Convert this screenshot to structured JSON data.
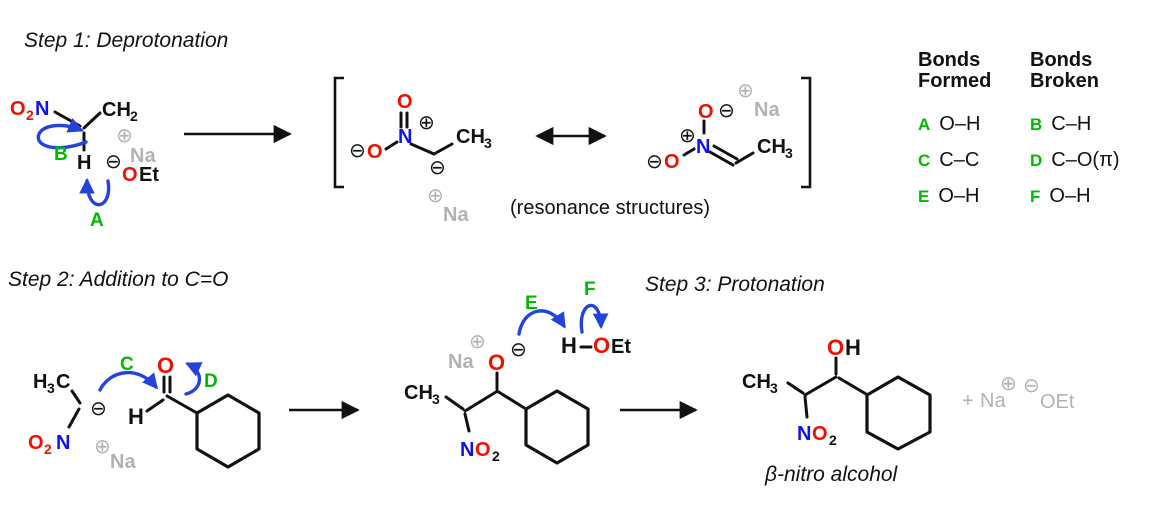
{
  "colors": {
    "oxygen_red": "#ee1100",
    "nitrogen_blue": "#1111ee",
    "curved_arrow_blue": "#2244dd",
    "label_green": "#00ba00",
    "spectator_gray": "#b2b2b2",
    "ink_black": "#111111"
  },
  "symbols": {
    "plus": "⊕",
    "minus": "⊖",
    "na": "Na"
  },
  "step1": {
    "title": "Step 1: Deprotonation",
    "nitroethane": {
      "o2": "O",
      "o2_sub": "2",
      "n": "N",
      "ch": "CH",
      "ch_sub": "2",
      "h": "H"
    },
    "ethoxide": {
      "o": "O",
      "et": "Et"
    },
    "arrow_a": "A",
    "arrow_b": "B"
  },
  "resonance": {
    "caption": "(resonance structures)",
    "left": {
      "o_top": "O",
      "o_side": "O",
      "n": "N",
      "ch": "CH",
      "ch_sub": "3"
    },
    "right": {
      "o_top": "O",
      "o_side": "O",
      "n": "N",
      "ch": "CH",
      "ch_sub": "3"
    }
  },
  "bonds_panel": {
    "formed_header": "Bonds\nFormed",
    "broken_header": "Bonds\nBroken",
    "formed": [
      {
        "key": "A",
        "bond": "O–H"
      },
      {
        "key": "C",
        "bond": "C–C"
      },
      {
        "key": "E",
        "bond": "O–H"
      }
    ],
    "broken": [
      {
        "key": "B",
        "bond": "C–H"
      },
      {
        "key": "D",
        "bond": "C–O(π)"
      },
      {
        "key": "F",
        "bond": "O–H"
      }
    ]
  },
  "step2": {
    "title": "Step 2: Addition to C=O",
    "nitronate": {
      "h": "H",
      "h_sub": "3",
      "c": "C",
      "o2": "O",
      "o2_sub": "2",
      "n": "N"
    },
    "aldehyde": {
      "o": "O",
      "h": "H"
    },
    "arrow_c": "C",
    "arrow_d": "D"
  },
  "step3": {
    "title": "Step 3: Protonation"
  },
  "intermediate": {
    "o": "O",
    "ch": "CH",
    "ch_sub": "3",
    "n": "N",
    "no_o": "O",
    "no_sub": "2",
    "ethanol_h": "H",
    "ethanol_o": "O",
    "ethanol_et": "Et",
    "arrow_e": "E",
    "arrow_f": "F"
  },
  "product": {
    "oh_o": "O",
    "oh_h": "H",
    "ch": "CH",
    "ch_sub": "3",
    "n": "N",
    "no_o": "O",
    "no_sub": "2",
    "caption": "β-nitro alcohol"
  },
  "byproduct": {
    "plus_sign": "+",
    "na": "Na",
    "oet": "OEt"
  }
}
